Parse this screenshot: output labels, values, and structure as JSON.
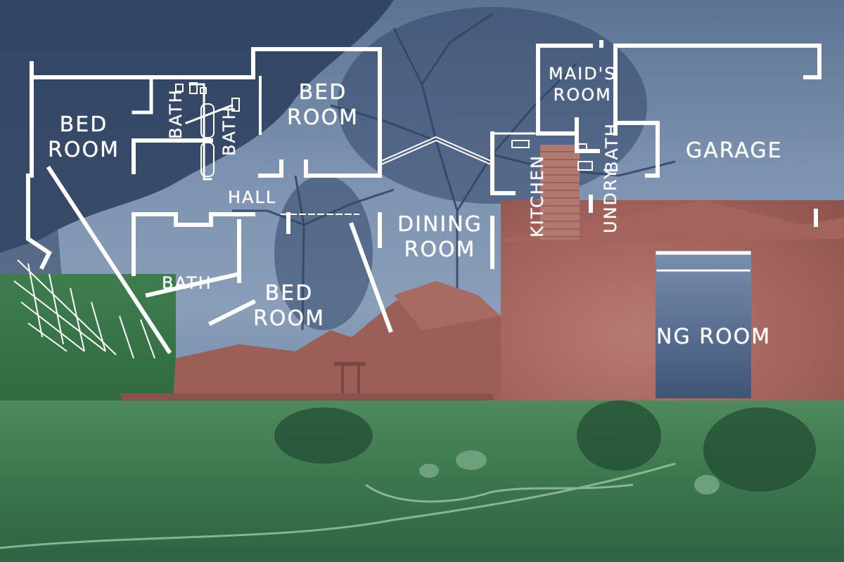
{
  "image": {
    "description": "Photo collage: blue-tinted foggy trees and sky overlaid with a white hand-drawn house floor plan, in front of the burned ruins of a house tinted red with green-tinted ground and vegetation",
    "colors": {
      "sky_blue": "#7c92b0",
      "tree_dark": "#2b3d5c",
      "ruin_red": "#a4645d",
      "ground_green": "#3f7a50",
      "plan_white": "#ffffff"
    }
  },
  "floor_plan": {
    "rooms": [
      {
        "id": "bedroom-left",
        "label": "BED\nROOM"
      },
      {
        "id": "bath-upper-1",
        "label": "BATH"
      },
      {
        "id": "bath-upper-2",
        "label": "BATH"
      },
      {
        "id": "bedroom-upper-right",
        "label": "BED\nROOM"
      },
      {
        "id": "hall",
        "label": "HALL"
      },
      {
        "id": "bath-lower",
        "label": "BATH"
      },
      {
        "id": "bedroom-lower",
        "label": "BED\nROOM"
      },
      {
        "id": "dining-room",
        "label": "DINING\nROOM"
      },
      {
        "id": "kitchen",
        "label": "KITCHEN"
      },
      {
        "id": "maids-room",
        "label": "MAID'S\nROOM"
      },
      {
        "id": "bath-service",
        "label": "BATH"
      },
      {
        "id": "laundry",
        "label": "UNDRY"
      },
      {
        "id": "garage",
        "label": "GARAGE"
      },
      {
        "id": "living-room",
        "label": "NG ROOM"
      }
    ]
  }
}
